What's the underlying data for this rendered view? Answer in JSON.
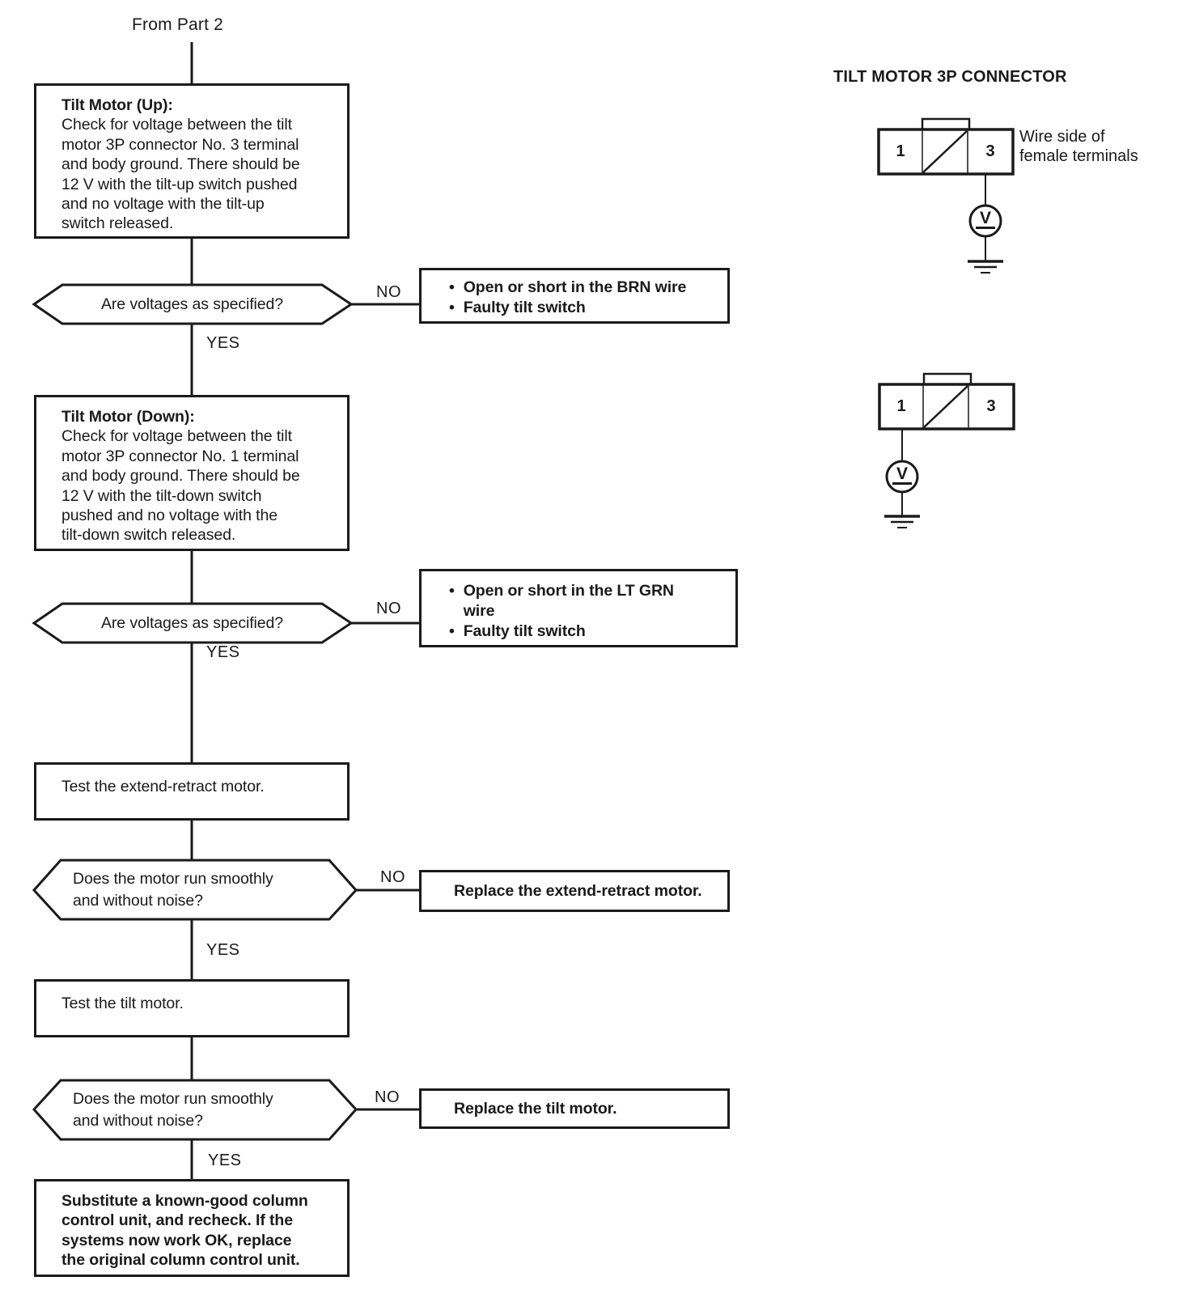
{
  "flowchart": {
    "entry_label": "From Part 2",
    "yes_label": "YES",
    "no_label": "NO",
    "bullet_char": "•",
    "process_boxes": {
      "tilt_up": {
        "title": "Tilt Motor (Up):",
        "body": "Check for voltage between the tilt\nmotor 3P connector No. 3 terminal\nand body ground. There should be\n12 V with the tilt-up switch pushed\nand no voltage with the tilt-up\nswitch released."
      },
      "tilt_down": {
        "title": "Tilt Motor (Down):",
        "body": "Check for voltage between the tilt\nmotor 3P connector No. 1 terminal\nand body ground. There should be\n12 V with the tilt-down switch\npushed and no voltage with the\ntilt-down switch released."
      },
      "test_extend": {
        "body": "Test the extend-retract motor."
      },
      "test_tilt": {
        "body": "Test the tilt motor."
      },
      "substitute": {
        "body": "Substitute a known-good column\ncontrol unit, and recheck. If the\nsystems now work OK, replace\nthe original column control unit."
      }
    },
    "decisions": {
      "d1": {
        "question": "Are voltages as specified?"
      },
      "d2": {
        "question": "Are voltages as specified?"
      },
      "d3": {
        "question": "Does the motor run smoothly\nand without noise?"
      },
      "d4": {
        "question": "Does the motor run smoothly\nand without noise?"
      }
    },
    "results": {
      "r1": {
        "items": [
          "Open or short in the BRN wire",
          "Faulty tilt switch"
        ]
      },
      "r2": {
        "items": [
          "Open or short in the LT GRN\nwire",
          "Faulty tilt switch"
        ]
      },
      "r3": {
        "text": "Replace the extend-retract motor."
      },
      "r4": {
        "text": "Replace the tilt motor."
      }
    }
  },
  "connector_panel": {
    "heading": "TILT MOTOR 3P CONNECTOR",
    "wire_side_note": "Wire side of\nfemale terminals",
    "meter_label": "V",
    "connector1": {
      "terminal_left": "1",
      "terminal_right": "3"
    },
    "connector2": {
      "terminal_left": "1",
      "terminal_right": "3"
    }
  }
}
